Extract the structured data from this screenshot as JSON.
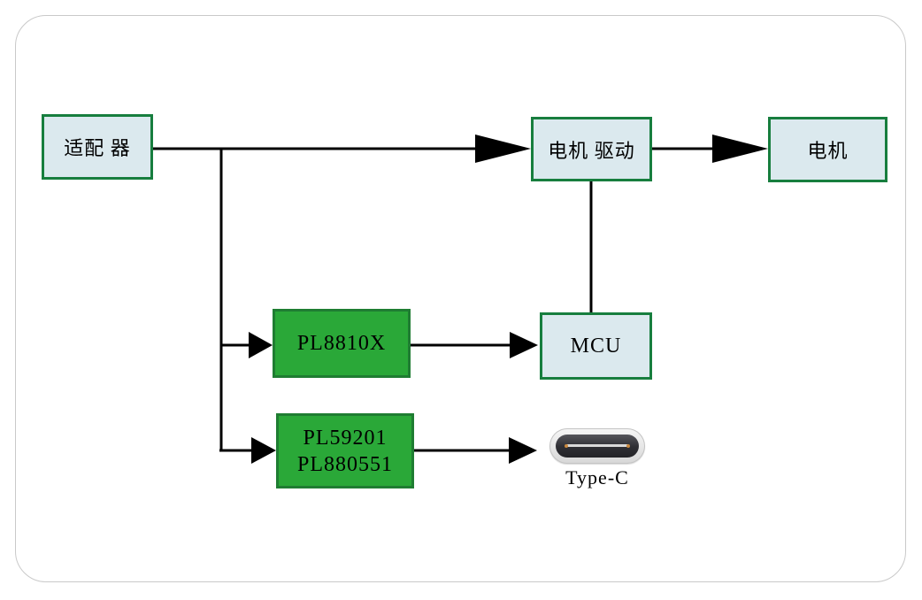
{
  "diagram": {
    "nodes": {
      "adapter": {
        "label": "适配 器"
      },
      "motor_driver": {
        "label": "电机 驱动"
      },
      "motor": {
        "label": "电机"
      },
      "pl8810x": {
        "label": "PL8810X"
      },
      "mcu": {
        "label": "MCU"
      },
      "combo_chip": {
        "line1": "PL59201",
        "line2": "PL880551"
      },
      "typec": {
        "label": "Type-C"
      }
    },
    "colors": {
      "light_node_fill": "#dbe9ee",
      "light_node_border": "#177e3e",
      "chip_fill": "#2aa838",
      "chip_border": "#1f7d32",
      "connector_line": "#000000",
      "frame_border": "#c9c9c9",
      "typec_shell": "#e9e9e9",
      "typec_port": "#2e2e33",
      "typec_pin_dot": "#c9893f"
    }
  }
}
